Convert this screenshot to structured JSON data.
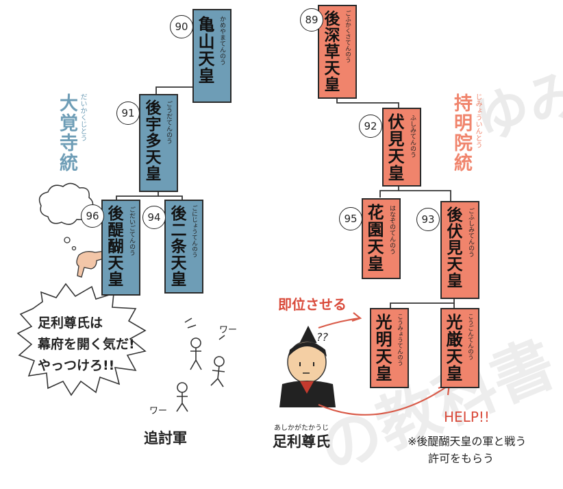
{
  "watermark_main": "の教科書",
  "watermark_corner": "ゆみ",
  "lineages": {
    "daikakuji": {
      "name": "大覚寺統",
      "ruby": "だいかくじとう",
      "color": "#6e9db6"
    },
    "jimyoin": {
      "name": "持明院統",
      "ruby": "じみょういんとう",
      "color": "#f0846c"
    }
  },
  "emperors": [
    {
      "id": "kameyama",
      "num": "90",
      "name": "亀山天皇",
      "ruby": "かめやまてんのう",
      "lineage": "daikakuji"
    },
    {
      "id": "gouda",
      "num": "91",
      "name": "後宇多天皇",
      "ruby": "ごうだてんのう",
      "lineage": "daikakuji"
    },
    {
      "id": "godaigo",
      "num": "96",
      "name": "後醍醐天皇",
      "ruby": "ごだいごてんのう",
      "lineage": "daikakuji"
    },
    {
      "id": "gonijo",
      "num": "94",
      "name": "後二条天皇",
      "ruby": "ごにじょうてんのう",
      "lineage": "daikakuji"
    },
    {
      "id": "gofukakusa",
      "num": "89",
      "name": "後深草天皇",
      "ruby": "ごふかくさてんのう",
      "lineage": "jimyoin"
    },
    {
      "id": "fushimi",
      "num": "92",
      "name": "伏見天皇",
      "ruby": "ふしみてんのう",
      "lineage": "jimyoin"
    },
    {
      "id": "hanazono",
      "num": "95",
      "name": "花園天皇",
      "ruby": "はなぞのてんのう",
      "lineage": "jimyoin"
    },
    {
      "id": "gofushimi",
      "num": "93",
      "name": "後伏見天皇",
      "ruby": "ごふしみてんのう",
      "lineage": "jimyoin"
    },
    {
      "id": "komyo",
      "num": "",
      "name": "光明天皇",
      "ruby": "こうみょうてんのう",
      "lineage": "jimyoin"
    },
    {
      "id": "kogon",
      "num": "",
      "name": "光厳天皇",
      "ruby": "こうごんてんのう",
      "lineage": "jimyoin"
    }
  ],
  "speech_bubble": {
    "lines": [
      "足利尊氏は",
      "幕府を開く気だ!",
      "やっつけろ!!"
    ]
  },
  "army": {
    "label": "追討軍",
    "cry": "ワー"
  },
  "takauji": {
    "name": "足利尊氏",
    "ruby": "あしかがたかうじ",
    "confused": "??"
  },
  "enthrone_label": "即位させる",
  "help_label": "HELP!!",
  "note": {
    "line1": "※後醍醐天皇の軍と戦う",
    "line2": "許可をもらう"
  },
  "colors": {
    "arrow": "#d95a48",
    "red_text": "#d94a3a"
  }
}
